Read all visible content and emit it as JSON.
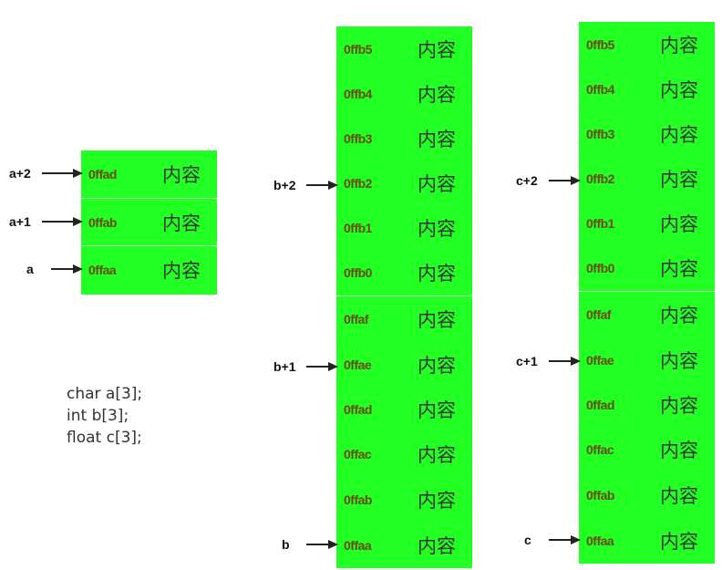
{
  "content_label": "内容",
  "code": [
    "char a[3];",
    "int b[3];",
    "float c[3];"
  ],
  "colors": {
    "cell_fill": "#22ff22",
    "address_text": "#6b4a16",
    "pointer": "#222222"
  },
  "array_a": {
    "cells": [
      "0ffad",
      "0ffab",
      "0ffaa"
    ],
    "pointers": [
      "a+2",
      "a+1",
      "a"
    ]
  },
  "array_b": {
    "cells": [
      "0ffb5",
      "0ffb4",
      "0ffb3",
      "0ffb2",
      "0ffb1",
      "0ffb0",
      "0ffaf",
      "0ffae",
      "0ffad",
      "0ffac",
      "0ffab",
      "0ffaa"
    ],
    "pointers": [
      "b+2",
      "b+1",
      "b"
    ]
  },
  "array_c": {
    "cells": [
      "0ffb5",
      "0ffb4",
      "0ffb3",
      "0ffb2",
      "0ffb1",
      "0ffb0",
      "0ffaf",
      "0ffae",
      "0ffad",
      "0ffac",
      "0ffab",
      "0ffaa"
    ],
    "pointers": [
      "c+2",
      "c+1",
      "c"
    ]
  }
}
